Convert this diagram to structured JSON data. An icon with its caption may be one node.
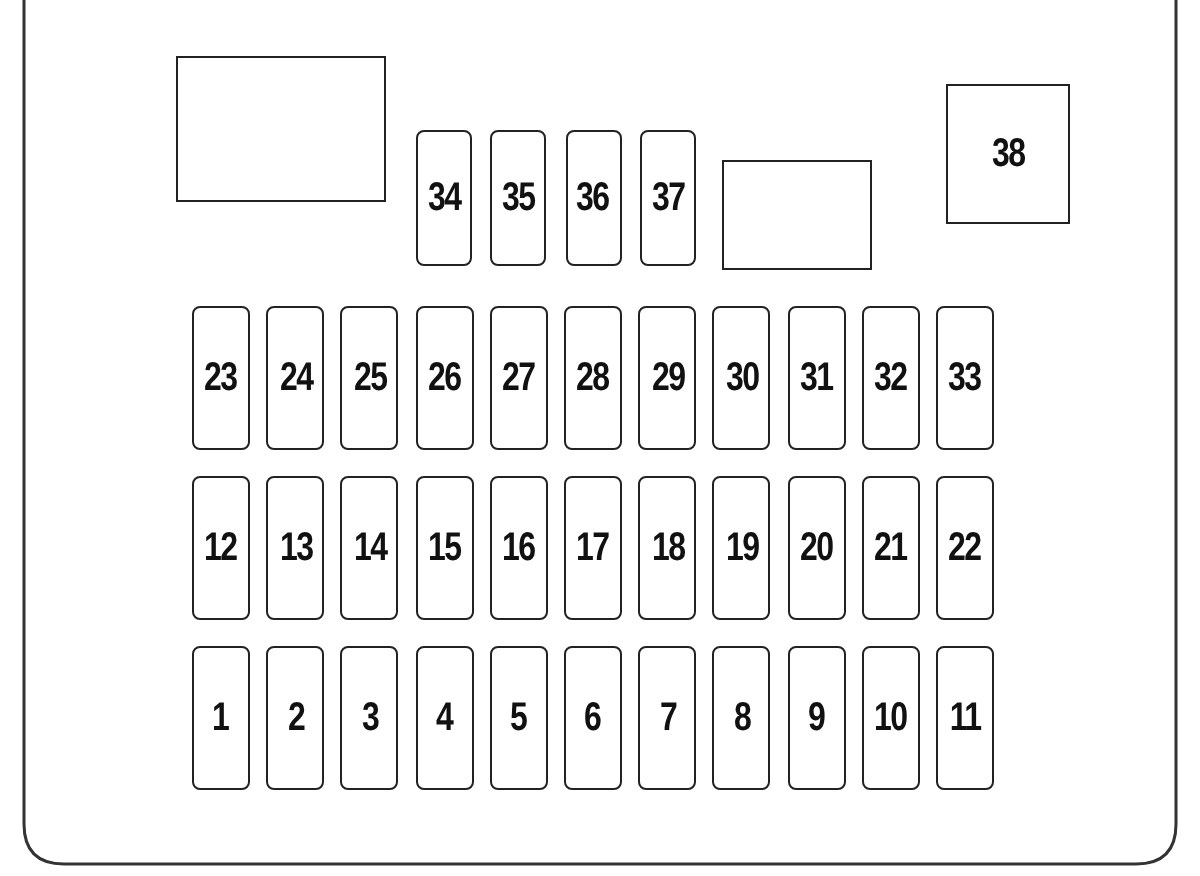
{
  "diagram": {
    "nodes": [
      {
        "text": [],
        "shape": "box"
      },
      {
        "text": [
          "34"
        ]
      },
      {
        "text": [
          "35"
        ]
      },
      {
        "text": [
          "36"
        ]
      },
      {
        "text": [
          "37"
        ]
      },
      {
        "text": [],
        "shape": "box"
      },
      {
        "text": [
          "38"
        ]
      },
      {
        "text": [
          "23"
        ]
      },
      {
        "text": [
          "24"
        ]
      },
      {
        "text": [
          "25"
        ]
      },
      {
        "text": [
          "26"
        ]
      },
      {
        "text": [
          "27"
        ]
      },
      {
        "text": [
          "28"
        ]
      },
      {
        "text": [
          "29"
        ]
      },
      {
        "text": [
          "30"
        ]
      },
      {
        "text": [
          "31"
        ]
      },
      {
        "text": [
          "32"
        ]
      },
      {
        "text": [
          "33"
        ]
      },
      {
        "text": [
          "12"
        ]
      },
      {
        "text": [
          "13"
        ]
      },
      {
        "text": [
          "14"
        ]
      },
      {
        "text": [
          "15"
        ]
      },
      {
        "text": [
          "16"
        ]
      },
      {
        "text": [
          "17"
        ]
      },
      {
        "text": [
          "18"
        ]
      },
      {
        "text": [
          "19"
        ]
      },
      {
        "text": [
          "20"
        ]
      },
      {
        "text": [
          "21"
        ]
      },
      {
        "text": [
          "22"
        ]
      },
      {
        "text": [
          "1"
        ]
      },
      {
        "text": [
          "2"
        ]
      },
      {
        "text": [
          "3"
        ]
      },
      {
        "text": [
          "4"
        ]
      },
      {
        "text": [
          "5"
        ]
      },
      {
        "text": [
          "6"
        ]
      },
      {
        "text": [
          "7"
        ]
      },
      {
        "text": [
          "8"
        ]
      },
      {
        "text": [
          "9"
        ]
      },
      {
        "text": [
          "10"
        ]
      },
      {
        "text": [
          "11"
        ]
      }
    ]
  }
}
